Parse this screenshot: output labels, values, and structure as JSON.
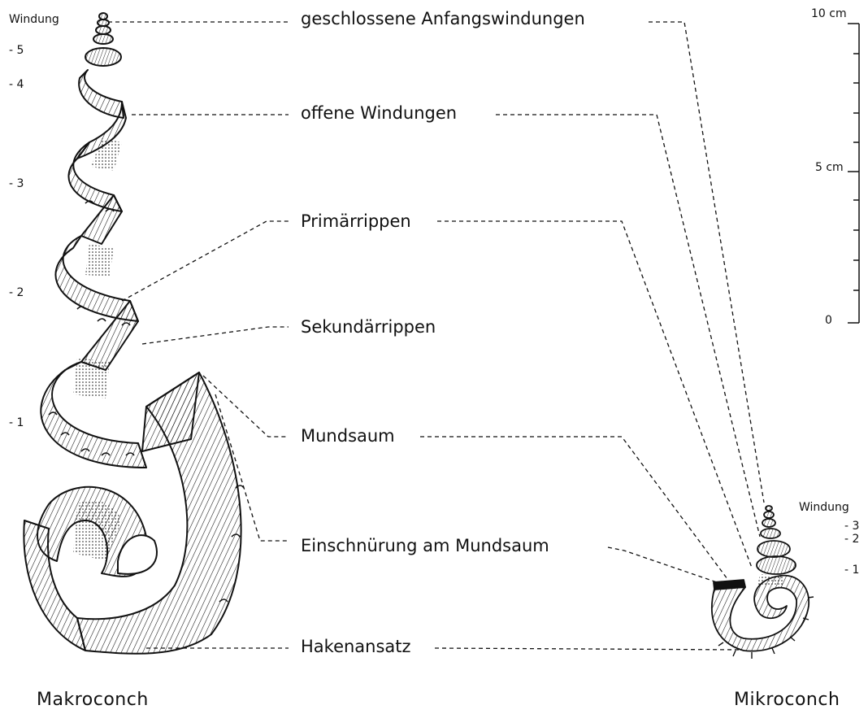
{
  "labels": {
    "closed_whorls": "geschlossene Anfangswindungen",
    "open_whorls": "offene Windungen",
    "primary_ribs": "Primärrippen",
    "secondary_ribs": "Sekundärrippen",
    "peristome": "Mundsaum",
    "constriction": "Einschnürung am Mundsaum",
    "hook_base": "Hakenansatz"
  },
  "makroconch": {
    "caption": "Makroconch",
    "whorl_heading": "Windung",
    "whorl_marks": [
      "- 5",
      "- 4",
      "- 3",
      "- 2",
      "- 1"
    ]
  },
  "mikroconch": {
    "caption": "Mikroconch",
    "whorl_heading": "Windung",
    "whorl_marks": [
      "- 3",
      "- 2",
      "- 1"
    ]
  },
  "scale": {
    "labels": [
      "10 cm",
      "5 cm",
      "0"
    ]
  },
  "colors": {
    "ink": "#111111",
    "background": "#ffffff"
  }
}
